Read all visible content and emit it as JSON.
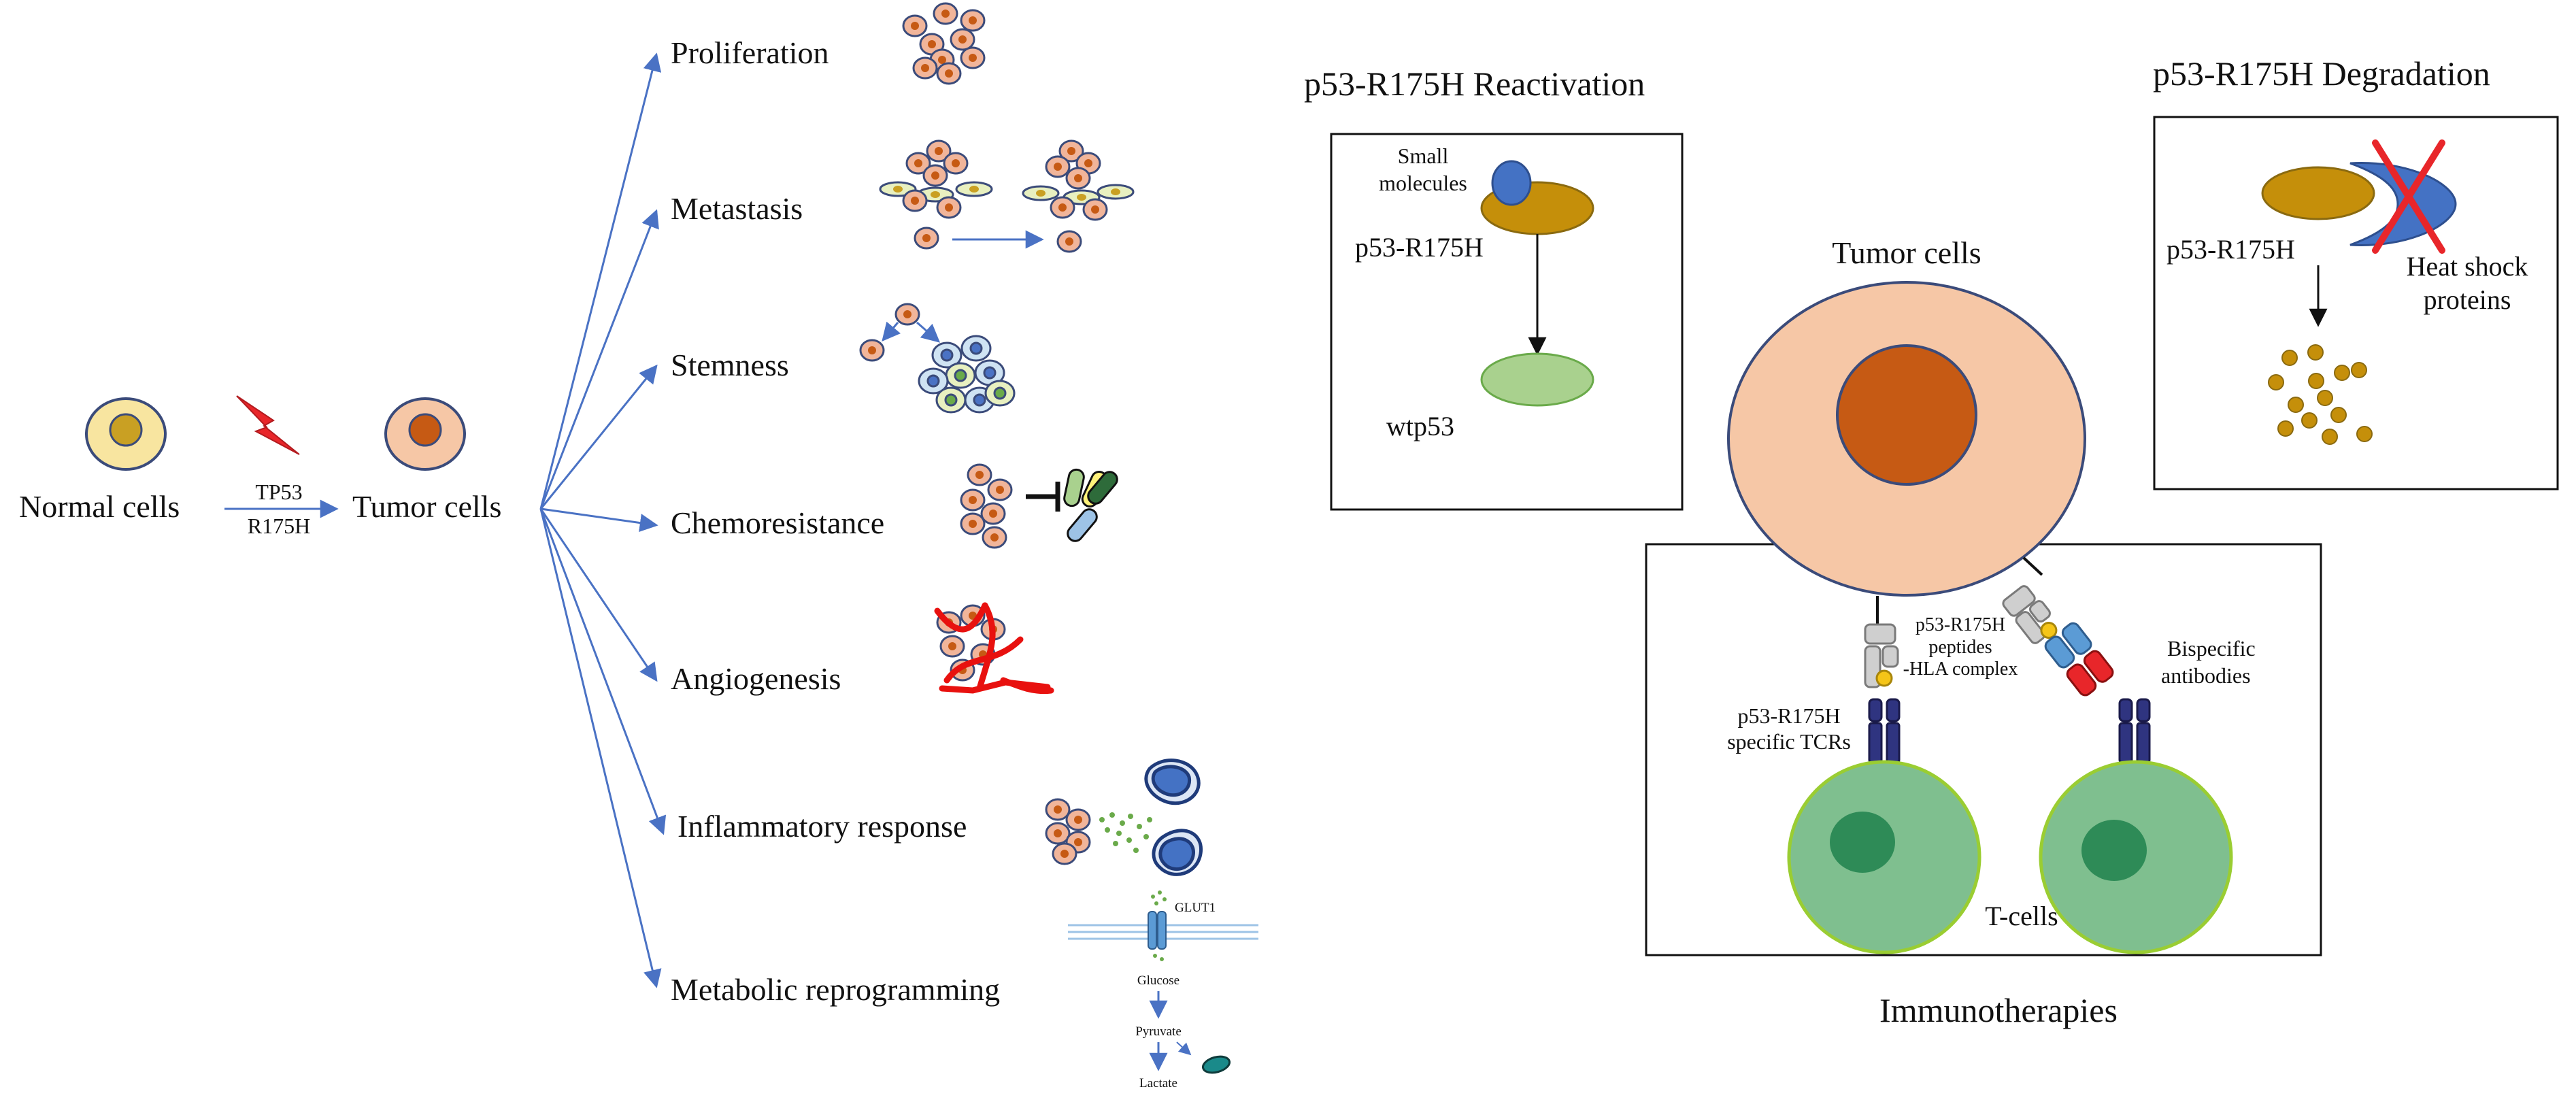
{
  "left": {
    "normal_cells": "Normal cells",
    "mutation_line1": "TP53",
    "mutation_line2": "R175H",
    "tumor_cells": "Tumor cells",
    "outcomes": [
      "Proliferation",
      "Metastasis",
      "Stemness",
      "Chemoresistance",
      "Angiogenesis",
      "Inflammatory response",
      "Metabolic reprogramming"
    ],
    "metabolism": {
      "transporter": "GLUT1",
      "glucose": "Glucose",
      "pyruvate": "Pyruvate",
      "lactate": "Lactate"
    }
  },
  "reactivation": {
    "title": "p53-R175H Reactivation",
    "small_line1": "Small",
    "small_line2": "molecules",
    "mutant": "p53-R175H",
    "wildtype": "wtp53"
  },
  "degradation": {
    "title": "p53-R175H Degradation",
    "mutant": "p53-R175H",
    "hsp_line1": "Heat shock",
    "hsp_line2": "proteins"
  },
  "immuno": {
    "tumor_cells": "Tumor cells",
    "peptide_line1": "p53-R175H",
    "peptide_line2": "peptides",
    "peptide_line3": "-HLA complex",
    "tcr_line1": "p53-R175H",
    "tcr_line2": "specific TCRs",
    "bispecific_line1": "Bispecific",
    "bispecific_line2": "antibodies",
    "t_cells": "T-cells",
    "caption": "Immunotherapies"
  },
  "colors": {
    "arrow": "#4a72c4",
    "normal_cell_fill": "#f8e5a0",
    "normal_nucleus": "#c9a023",
    "tumor_cell_fill": "#f6c7a6",
    "tumor_nucleus": "#c65a14",
    "mutant_protein": "#c58f0a",
    "wildtype_protein": "#a9d18e",
    "small_molecule": "#4472c4",
    "t_cell_fill": "#7fbf8f",
    "t_cell_nucleus": "#2e8b57",
    "t_cell_border": "#9acd32",
    "bolt": "#e8262a",
    "x_mark": "#e8262a"
  }
}
